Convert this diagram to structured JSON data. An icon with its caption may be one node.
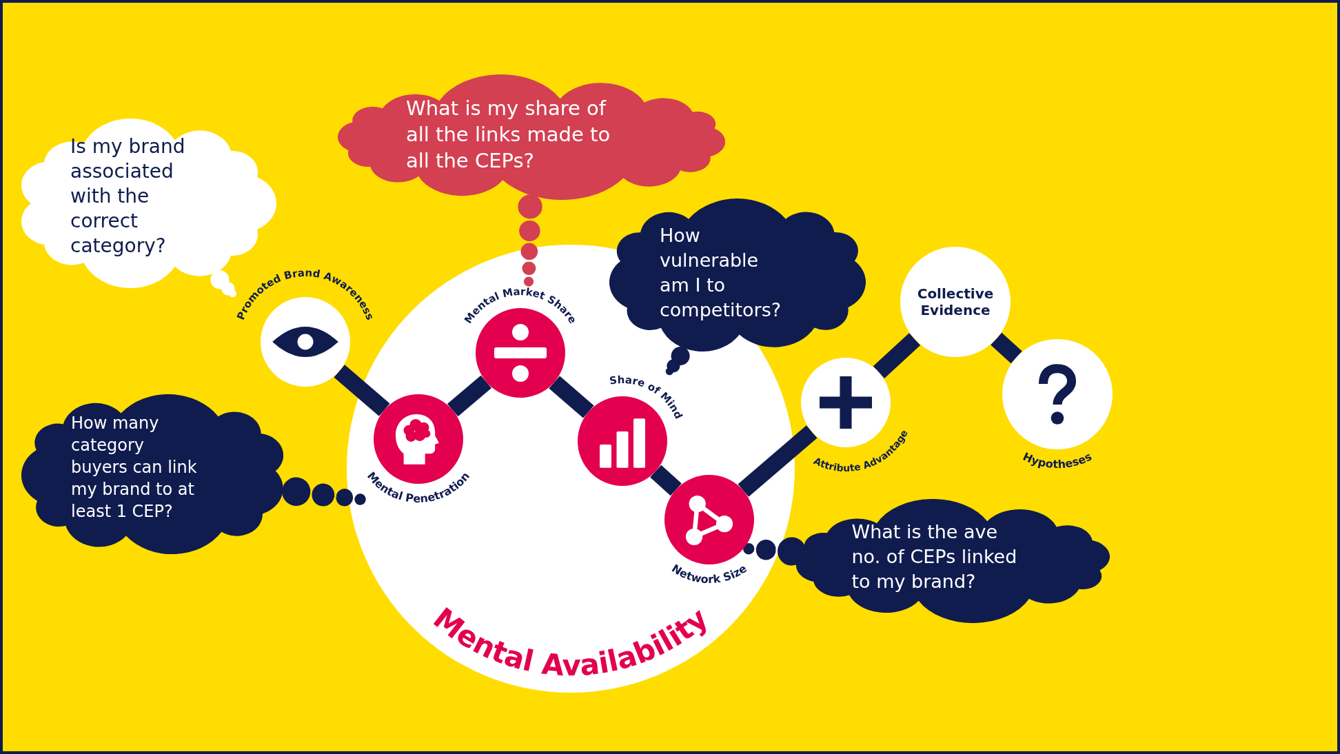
{
  "diagram": {
    "nodes": [
      {
        "text": [
          "Is my brand associated with the correct category?"
        ]
      },
      {
        "text": [
          "What is my share of all the links made to all the CEPs?"
        ]
      },
      {
        "text": [
          "How vulnerable am I to competitors?"
        ]
      },
      {
        "text": [
          "Promoted Brand Awareness"
        ]
      },
      {
        "text": [
          "Mental Availability"
        ]
      },
      {
        "text": [
          "Mental Penetration"
        ],
        "in": 4
      },
      {
        "text": [
          "Mental Market Share"
        ],
        "in": 4
      },
      {
        "text": [
          "Share of Mind"
        ],
        "in": 4
      },
      {
        "text": [
          "Network Size"
        ],
        "in": 4
      },
      {
        "text": [
          "Attribute Advantage"
        ]
      },
      {
        "text": [
          "Collective Evidence"
        ]
      },
      {
        "text": [
          "Hypotheses"
        ]
      },
      {
        "text": [
          "How many category buyers can link my brand to at least 1 CEP?"
        ]
      },
      {
        "text": [
          "What is the ave no. of CEPs linked to my brand?"
        ]
      }
    ],
    "edges": [
      {
        "from": 3,
        "to": 5,
        "arrow": "none"
      },
      {
        "from": 5,
        "to": 6,
        "arrow": "none"
      },
      {
        "from": 6,
        "to": 7,
        "arrow": "none"
      },
      {
        "from": 7,
        "to": 8,
        "arrow": "none"
      },
      {
        "from": 8,
        "to": 9,
        "arrow": "none"
      },
      {
        "from": 9,
        "to": 10,
        "arrow": "none"
      },
      {
        "from": 10,
        "to": 11,
        "arrow": "none"
      },
      {
        "from": 0,
        "to": 3,
        "arrow": "none",
        "style": "dashed",
        "color": "#ffffff"
      },
      {
        "from": 1,
        "to": 6,
        "arrow": "none",
        "style": "dashed",
        "color": "#d24052"
      },
      {
        "from": 2,
        "to": 7,
        "arrow": "none",
        "style": "dashed"
      },
      {
        "from": 12,
        "to": 5,
        "arrow": "none",
        "style": "dashed"
      },
      {
        "from": 13,
        "to": 8,
        "arrow": "none",
        "style": "dashed"
      }
    ]
  }
}
